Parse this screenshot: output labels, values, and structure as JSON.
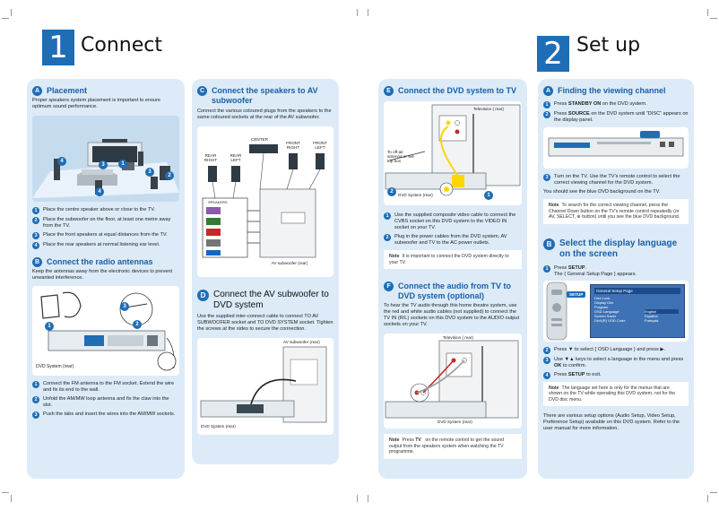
{
  "page1": {
    "number": "1",
    "title": "Connect",
    "placement": {
      "letter": "A",
      "heading": "Placement",
      "intro": "Proper speakers system placement is important to ensure optimum sound performance.",
      "callouts": [
        "4",
        "3",
        "1",
        "3",
        "2",
        "4"
      ],
      "steps": [
        {
          "n": "1",
          "text": "Place the centre speaker above or close to the TV."
        },
        {
          "n": "2",
          "text": "Place the subwoofer on the floor, at least one metre away from the TV."
        },
        {
          "n": "3",
          "text": "Place the front speakers at equal distances from the TV."
        },
        {
          "n": "4",
          "text": "Place the rear speakers at normal listening ear level."
        }
      ]
    },
    "radio": {
      "letter": "B",
      "heading": "Connect the radio antennas",
      "intro": "Keep the antennas away from the electronic devices to prevent unwanted interference.",
      "callouts": [
        "1",
        "3",
        "2"
      ],
      "device_label": "DVD System (rear)",
      "steps": [
        {
          "n": "1",
          "text": "Connect the FM antenna to the FM socket.  Extend the wire and fix its end to the wall."
        },
        {
          "n": "2",
          "text": "Unfold the AM/MW loop antenna and fix the claw into the slot."
        },
        {
          "n": "3",
          "text": "Push the tabs and insert the wires into the AM/MW sockets."
        }
      ]
    },
    "speakers": {
      "letter": "C",
      "heading": "Connect the speakers to AV subwoofer",
      "intro": "Connect the various coloured plugs from the speakers to the same coloured sockets at the rear of the AV subwoofer.",
      "labels": {
        "center": "CENTER",
        "front_right": "FRONT RIGHT",
        "front_left": "FRONT LEFT",
        "rear_right": "REAR RIGHT",
        "rear_left": "REAR LEFT",
        "subwoofer": "AV subwoofer (rear)",
        "panel": "SPEAKERS"
      }
    },
    "subwoofer": {
      "letter": "D",
      "heading": "Connect the AV subwoofer to DVD system",
      "intro": "Use the supplied inter-connect cable to connect TO AV SUBWOOFER socket and TO DVD SYSTEM socket. Tighten the screws at the sides to secure the connection.",
      "label_sub": "AV subwoofer (rear)",
      "label_dvd": "DVD System (rear)"
    }
  },
  "page2": {
    "tv": {
      "letter": "E",
      "heading": "Connect the DVD system to TV",
      "tv_label": "Television ( rear)",
      "antenna_label": "To off-air antenna or set-top box",
      "dvd_label": "DVD System (rear)",
      "callouts": [
        "2",
        "1"
      ],
      "steps": [
        {
          "n": "1",
          "text": "Use the supplied composite video cable to connect the CVBS socket on this DVD system to the VIDEO IN socket on your TV."
        },
        {
          "n": "2",
          "text": "Plug in the power cables from the DVD system, AV subwoofer and TV to the AC power outlets."
        }
      ],
      "note_label": "Note",
      "note_text": "It is important to connect the DVD system directly to your TV."
    },
    "audio": {
      "letter": "F",
      "heading": "Connect the audio from TV to DVD system (optional)",
      "intro": "To hear the TV audio through this home theatre system, use the red and white audio cables (not supplied) to connect the TV IN (R/L) sockets on this DVD system to the AUDIO output sockets on your TV.",
      "tv_label": "Television ( rear)",
      "dvd_label": "DVD System (rear)",
      "note_label": "Note",
      "note_pre": "Press ",
      "note_key": "TV",
      "note_post": " on the remote control to get the sound output from the speakers system when watching the TV programme."
    }
  },
  "page3": {
    "number": "2",
    "title": "Set up",
    "viewing": {
      "letter": "A",
      "heading": "Finding the viewing channel",
      "step1_pre": "Press ",
      "step1_key": "STANDBY ON",
      "step1_post": " on the DVD system.",
      "step2_pre": "Press ",
      "step2_key": "SOURCE",
      "step2_post": " on the DVD system until “DISC” appears on the display panel.",
      "step3": "Turn on the TV.  Use the TV’s remote control to select the correct viewing channel for the DVD system.",
      "after": "You should see the blue DVD background on the TV.",
      "note_label": "Note",
      "note_text": "To search for the correct viewing channel, press the Channel Down button on the TV’s remote control repeatedly (or AV, SELECT, ⊕ button) until you see the blue DVD background."
    },
    "language": {
      "letter": "B",
      "heading": "Select the display language on the screen",
      "step1_pre": "Press ",
      "step1_key": "SETUP",
      "step1_post": ".",
      "step1_sub": "The { General Setup Page } appears.",
      "remote_label": "SETUP",
      "menu_title": "General Setup Page",
      "menu_items": [
        "Disc Lock",
        "Display Dim",
        "Program",
        "OSD Language",
        "Screen Saver",
        "DivX(R) VOD Code"
      ],
      "menu_options": [
        "English",
        "Español",
        "Français"
      ],
      "step2": "Press ▼ to select { OSD Language } and press ▶.",
      "step3_pre": "Use ▼▲ keys to select a language in the menu and press ",
      "step3_key": "OK",
      "step3_post": " to confirm.",
      "step4_pre": "Press ",
      "step4_key": "SETUP",
      "step4_post": " to exit.",
      "note_label": "Note",
      "note_text": "The language set here is only for the menus that are shown on the TV while operating this DVD system, not for the DVD disc menu.",
      "outro": "There are various setup options (Audio Setup, Video Setup, Preference Setup) available on this DVD system. Refer to the user manual for more information."
    }
  },
  "colors": {
    "accent": "#1f6db5",
    "card": "#dcebf7",
    "heading": "#1b5fa6"
  }
}
